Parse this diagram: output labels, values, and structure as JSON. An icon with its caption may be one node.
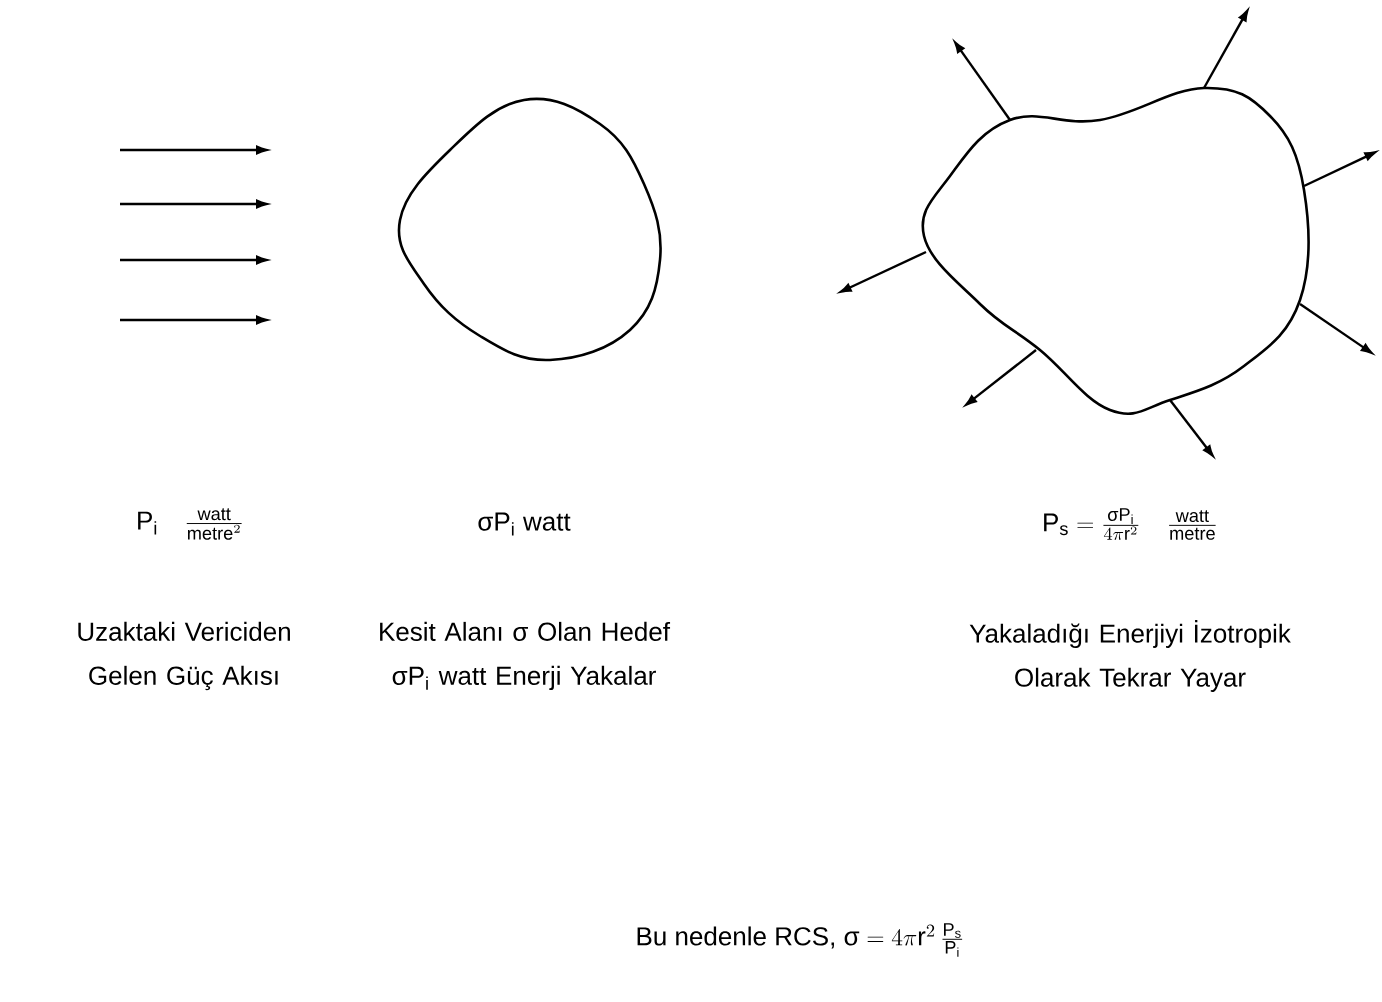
{
  "diagram": {
    "labels": [
      "\\text{P}_{\\text{i}}\\quad\\frac{\\text{watt}}{\\text{metre}^{2}}",
      "\\text{σP}_{\\text{i}}\\text{ watt}",
      "\\text{P}_{\\text{s}} = \\frac{\\text{σP}_{\\text{i}}}{4\\pi\\text{r}^{2}}\\quad\\frac{\\text{watt}}{\\text{metre}}",
      "Uzaktaki Vericiden Gelen Güç Akısı",
      "Kesit Alanı σ Olan Hedef σP$_{i}$ watt Enerji Yakalar",
      "Yakaladığı Enerjiyi İzotropik Olarak Tekrar Yayar",
      "\\text{Bu nedenle RCS, σ} = 4\\pi\\text{r}^{2}\\,\\frac{\\text{P}_{\\text{s}}}{\\text{P}_{\\text{i}}}"
    ]
  }
}
